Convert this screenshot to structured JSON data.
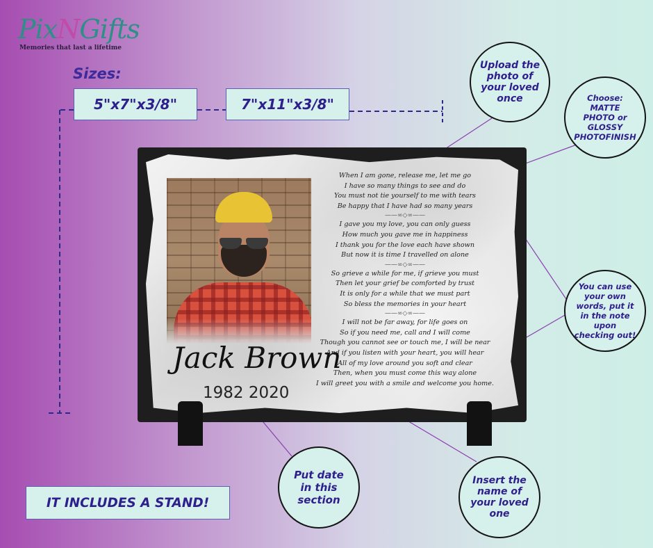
{
  "logo": {
    "wordmark_part1": "Pix",
    "wordmark_part2": "N",
    "wordmark_part3": "Gifts",
    "tagline": "Memories that last a lifetime"
  },
  "sizes": {
    "label": "Sizes:",
    "options": [
      "5\"x7\"x3/8\"",
      "7\"x11\"x3/8\""
    ]
  },
  "slate": {
    "name": "Jack Brown",
    "years": "1982  2020",
    "poem": [
      [
        "When I am gone, release me, let me go",
        "I have so many things to see and do",
        "You must not tie yourself to me with tears",
        "Be happy that I have had so many years"
      ],
      [
        "I gave you my love, you can only guess",
        "How much you gave me in happiness",
        "I thank you for the love each have shown",
        "But now it is time I travelled on alone"
      ],
      [
        "So grieve a while for me, if grieve you must",
        "Then let your grief be comforted by trust",
        "It is only for a while that we must part",
        "So bless the memories in your heart"
      ],
      [
        "I will not be far away, for life goes on",
        "So if you need me, call and I will come",
        "Though you cannot see or touch me, I will be near",
        "And if you listen with your heart, you will hear",
        "All of my love around you soft and clear",
        "Then, when you must come this way alone",
        "I will greet you with a smile and welcome you home."
      ]
    ]
  },
  "callouts": {
    "upload": "Upload the photo of your loved once",
    "finish": "Choose: MATTE PHOTO or GLOSSY PHOTOFINISH",
    "words": "You can use your own words, put it in the note upon checking out!",
    "date": "Put date in this section",
    "name": "Insert the name of your loved one"
  },
  "stand_note": "IT INCLUDES A STAND!",
  "colors": {
    "accent_text": "#2e1f8c",
    "box_fill": "#d6f0ec",
    "line": "#8a3fb0",
    "dash": "#2b2a8a"
  }
}
